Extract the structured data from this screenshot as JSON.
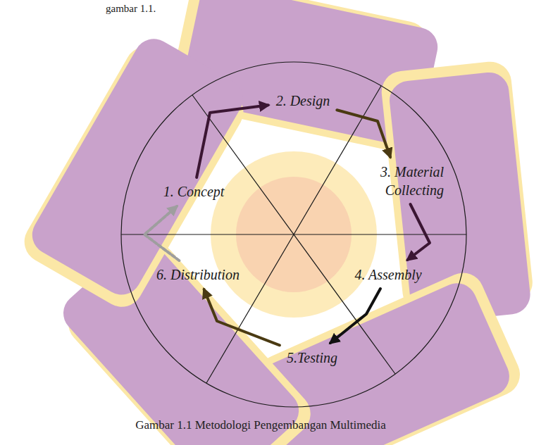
{
  "diagram": {
    "caption": "Gambar 1.1 Metodologi Pengembangan Multimedia",
    "nodes": [
      {
        "text": [
          "1. Concept"
        ]
      },
      {
        "text": [
          "2. Design"
        ]
      },
      {
        "text": [
          "3. Material Collecting"
        ]
      },
      {
        "text": [
          "4. Assembly"
        ]
      },
      {
        "text": [
          "5.Testing"
        ]
      },
      {
        "text": [
          "6. Distribution"
        ]
      }
    ],
    "edges": [
      {
        "from": 0,
        "to": 1,
        "arrow": "to"
      },
      {
        "from": 1,
        "to": 2,
        "arrow": "to"
      },
      {
        "from": 2,
        "to": 3,
        "arrow": "to"
      },
      {
        "from": 3,
        "to": 4,
        "arrow": "to"
      },
      {
        "from": 4,
        "to": 5,
        "arrow": "to"
      },
      {
        "from": 5,
        "to": 0,
        "arrow": "to"
      }
    ],
    "labels": [
      "gambar 1.1."
    ]
  }
}
